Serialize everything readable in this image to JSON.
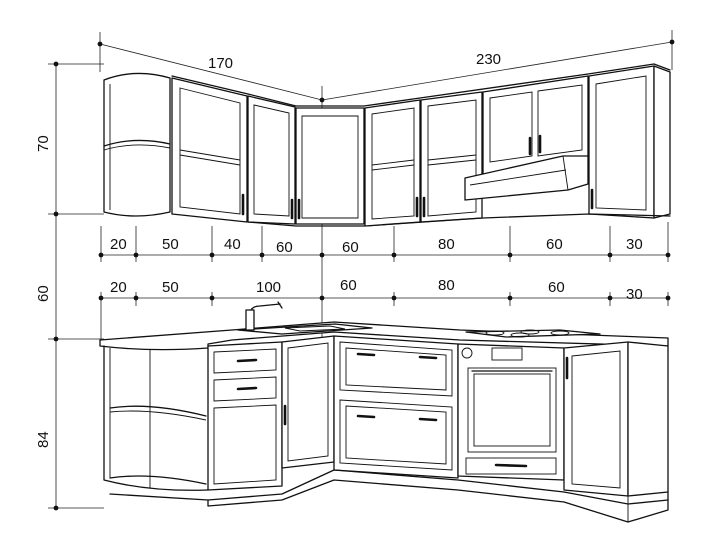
{
  "top_labels": {
    "left_wall": "170",
    "right_wall": "230"
  },
  "height_labels": {
    "upper_cabinets": "70",
    "gap": "60",
    "base_cabinets": "84"
  },
  "upper_widths": [
    "20",
    "50",
    "40",
    "60",
    "60",
    "80",
    "60",
    "30"
  ],
  "base_widths": [
    "20",
    "50",
    "100",
    "60",
    "80",
    "60",
    "30"
  ]
}
